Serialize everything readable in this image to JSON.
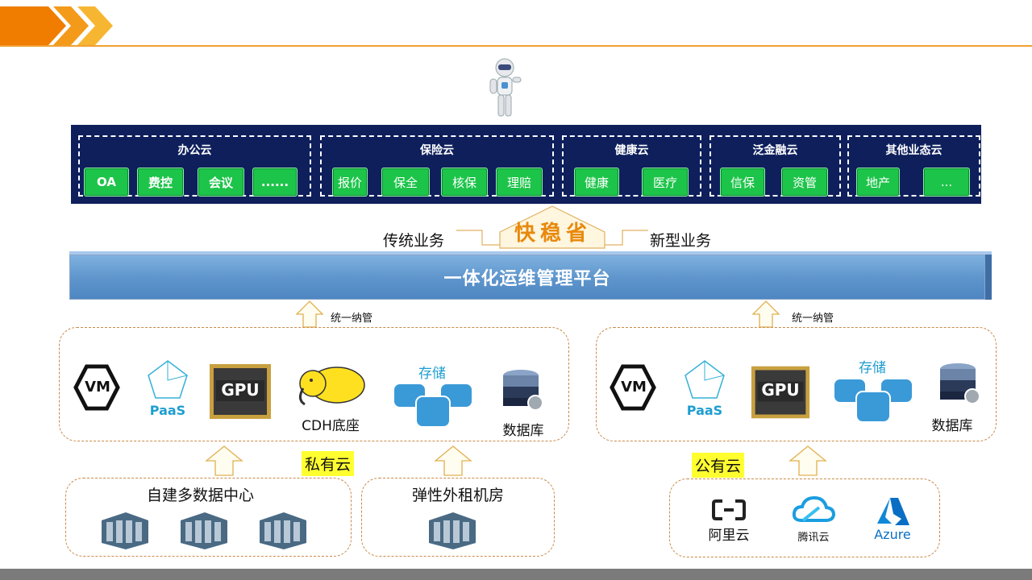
{
  "top_groups": [
    {
      "title": "办公云",
      "items": [
        "OA",
        "费控",
        "会议",
        "......"
      ]
    },
    {
      "title": "保险云",
      "items": [
        "报价",
        "保全",
        "核保",
        "理赔"
      ]
    },
    {
      "title": "健康云",
      "items": [
        "健康",
        "医疗"
      ]
    },
    {
      "title": "泛金融云",
      "items": [
        "信保",
        "资管"
      ]
    },
    {
      "title": "其他业态云",
      "items": [
        "地产",
        "..."
      ]
    }
  ],
  "business": {
    "traditional": "传统业务",
    "new": "新型业务",
    "slogan": "快稳省"
  },
  "platform": {
    "title": "一体化运维管理平台"
  },
  "unified": {
    "left": "统一纳管",
    "right": "统一纳管"
  },
  "private_cloud": {
    "tag": "私有云",
    "vm": "VM",
    "paas": "PaaS",
    "gpu": "GPU",
    "cdh": "CDH底座",
    "storage": "存储",
    "database": "数据库",
    "sources": [
      {
        "title": "自建多数据中心"
      },
      {
        "title": "弹性外租机房"
      }
    ]
  },
  "public_cloud": {
    "tag": "公有云",
    "vm": "VM",
    "paas": "PaaS",
    "gpu": "GPU",
    "storage": "存储",
    "database": "数据库",
    "providers": [
      {
        "name": "阿里云"
      },
      {
        "name": "腾讯云"
      },
      {
        "name": "Azure"
      }
    ]
  },
  "colors": {
    "header_orange": "#f07d00",
    "navy": "#0e1f5c",
    "green": "#1dc44a",
    "platform_blue": "#5f96cc",
    "slogan": "#e8890c",
    "dash": "#c98a4a"
  }
}
